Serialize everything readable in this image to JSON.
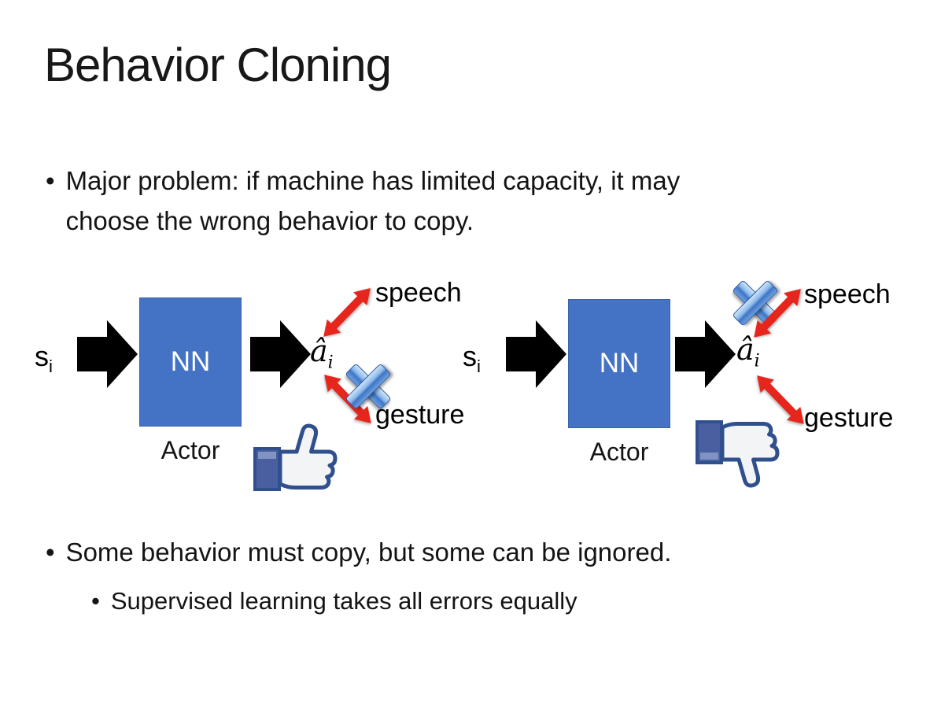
{
  "slide": {
    "title": "Behavior Cloning",
    "bullet_major_problem": "Major problem: if machine has limited capacity, it may choose the wrong behavior to copy.",
    "bullet_some_behavior": "Some behavior must copy, but some can be ignored.",
    "bullet_supervised": "Supervised learning takes all errors equally"
  },
  "diagram_left": {
    "input_symbol": "s",
    "input_subscript": "i",
    "network_label": "NN",
    "network_caption": "Actor",
    "output_symbol": "â",
    "output_subscript": "i",
    "branch_top": "speech",
    "branch_bottom": "gesture",
    "crossed_out_branch": "gesture",
    "feedback_icon": "thumbs-up-icon"
  },
  "diagram_right": {
    "input_symbol": "s",
    "input_subscript": "i",
    "network_label": "NN",
    "network_caption": "Actor",
    "output_symbol": "â",
    "output_subscript": "i",
    "branch_top": "speech",
    "branch_bottom": "gesture",
    "crossed_out_branch": "speech",
    "feedback_icon": "thumbs-down-icon"
  },
  "colors": {
    "network_box_fill": "#4472C4",
    "network_box_border": "#3A62A8",
    "flow_arrow": "#000000",
    "branch_arrow_red": "#E6251C",
    "cross_blue": "#4C84D0",
    "thumb_outline": "#30508D",
    "thumb_sleeve": "#4A5F9F",
    "text": "#1A1A1A",
    "background": "#FFFFFF"
  }
}
